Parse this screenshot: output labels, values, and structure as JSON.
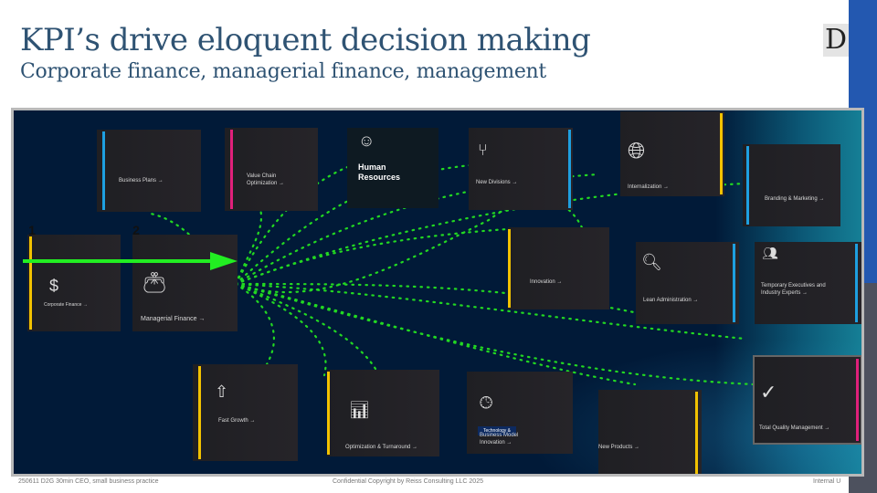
{
  "header": {
    "title": "KPI’s drive eloquent decision making",
    "subtitle": "Corporate finance, managerial finance, management",
    "logo_text": "D"
  },
  "colors": {
    "title": "#2f5373",
    "accent_blue": "#2358b0",
    "dots": "#22d822",
    "arrow": "#22ee22",
    "yellow": "#f2c200",
    "blue": "#1ea0e0",
    "pink": "#e0207a"
  },
  "badges": [
    "1",
    "2"
  ],
  "cards": {
    "business_plans": "Business Plans →",
    "value_chain": "Value Chain Optimization →",
    "human_resources": "Human Resources",
    "new_divisions": "New Divisions →",
    "internalization": "Internalization →",
    "branding": "Branding & Marketing →",
    "corporate_finance": "Corporate Finance →",
    "managerial_finance": "Managerial Finance →",
    "innovation": "Innovation →",
    "lean_admin": "Lean Administration →",
    "temp_exec": "Temporary Executives and Industry Experts →",
    "fast_growth": "Fast Growth →",
    "optimization": "Optimization & Turnaround →",
    "tech_highlight": "Technology &",
    "tech_rest": "Business Model Innovation →",
    "new_products": "New Products →",
    "tqm": "Total Quality Management →"
  },
  "footer": {
    "left": "250611 D2G 30min CEO, small business practice",
    "center": "Confidential Copyright by Reiss Consulting LLC 2025",
    "right": "Internal U"
  }
}
